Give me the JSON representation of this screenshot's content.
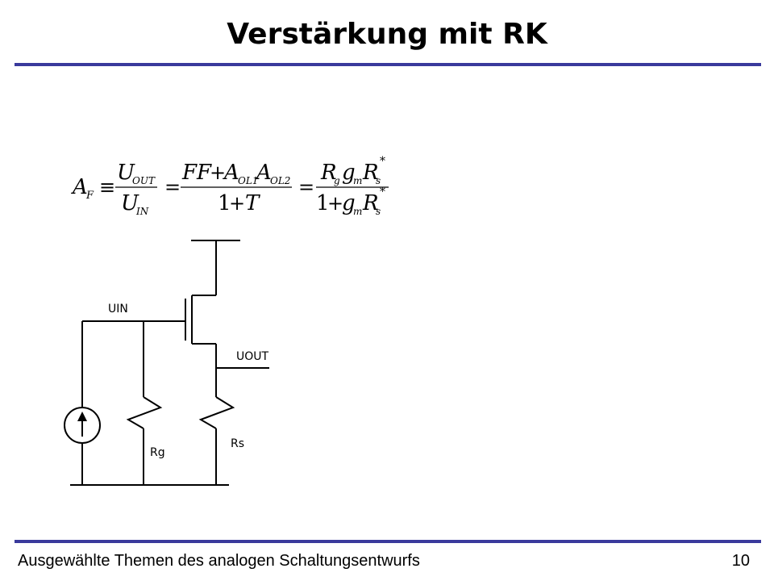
{
  "slide": {
    "title": "Verstärkung mit RK",
    "footer_text": "Ausgewählte Themen des analogen Schaltungsentwurfs",
    "page_number": "10"
  },
  "circuit": {
    "labels": {
      "input": "UIN",
      "output": "UOUT",
      "gate_resistor": "Rg",
      "source_resistor": "Rs"
    }
  },
  "colors": {
    "rule": "#3a3a9c",
    "ink": "#000000"
  }
}
